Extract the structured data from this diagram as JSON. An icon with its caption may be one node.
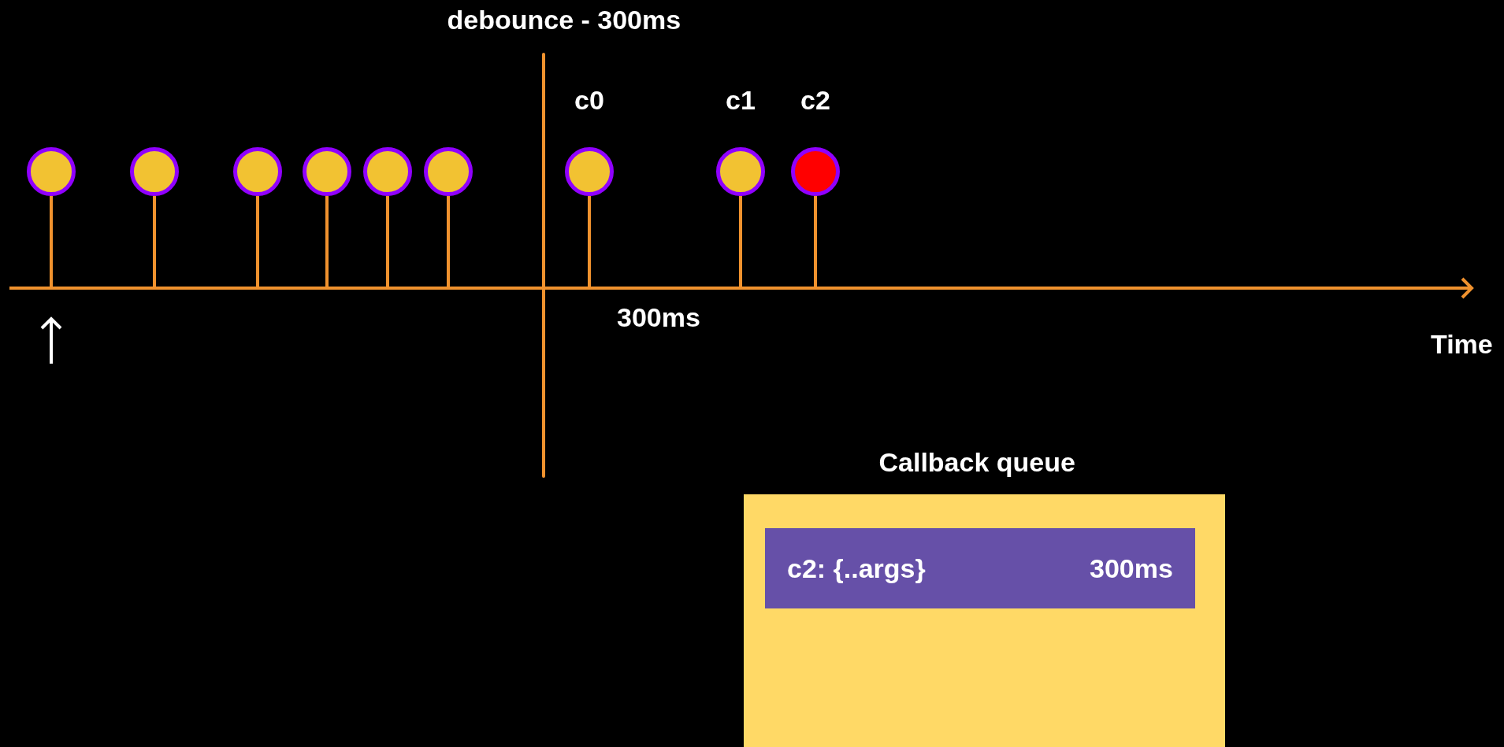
{
  "diagram": {
    "title": "debounce - 300ms",
    "nodes": [
      {
        "text": [],
        "shape": "circle"
      },
      {
        "text": [],
        "shape": "circle"
      },
      {
        "text": [],
        "shape": "circle"
      },
      {
        "text": [],
        "shape": "circle"
      },
      {
        "text": [],
        "shape": "circle"
      },
      {
        "text": [],
        "shape": "circle"
      },
      {
        "text": [],
        "shape": "circle",
        "beside": [
          "c0"
        ]
      },
      {
        "text": [],
        "shape": "circle",
        "beside": [
          "c1"
        ]
      },
      {
        "text": [],
        "shape": "circle",
        "beside": [
          "c2"
        ]
      },
      {
        "text": [
          "Callback queue"
        ]
      },
      {
        "text": [
          "c2: {..args}",
          "300ms"
        ],
        "in": 9
      }
    ],
    "labels": [
      "300ms",
      "Time"
    ]
  }
}
